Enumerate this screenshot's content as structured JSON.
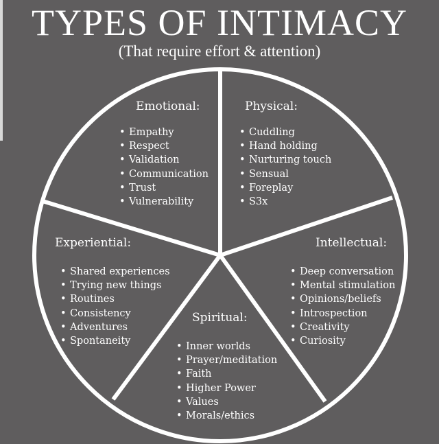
{
  "title": "TYPES OF INTIMACY",
  "subtitle": "(That require effort & attention)",
  "segments": [
    {
      "key": "emotional",
      "heading": "Emotional:",
      "items": [
        "Empathy",
        "Respect",
        "Validation",
        "Communication",
        "Trust",
        "Vulnerability"
      ]
    },
    {
      "key": "physical",
      "heading": "Physical:",
      "items": [
        "Cuddling",
        "Hand holding",
        "Nurturing touch",
        "Sensual",
        "Foreplay",
        "S3x"
      ]
    },
    {
      "key": "experiential",
      "heading": "Experiential:",
      "items": [
        "Shared experiences",
        "Trying new things",
        "Routines",
        "Consistency",
        "Adventures",
        "Spontaneity"
      ]
    },
    {
      "key": "intellectual",
      "heading": "Intellectual:",
      "items": [
        "Deep conversation",
        "Mental stimulation",
        "Opinions/beliefs",
        "Introspection",
        "Creativity",
        "Curiosity"
      ]
    },
    {
      "key": "spiritual",
      "heading": "Spiritual:",
      "items": [
        "Inner worlds",
        "Prayer/meditation",
        "Faith",
        "Higher Power",
        "Values",
        "Morals/ethics"
      ]
    }
  ],
  "colors": {
    "background": "#5f5d5e",
    "lines": "#ffffff",
    "text": "#ffffff"
  }
}
